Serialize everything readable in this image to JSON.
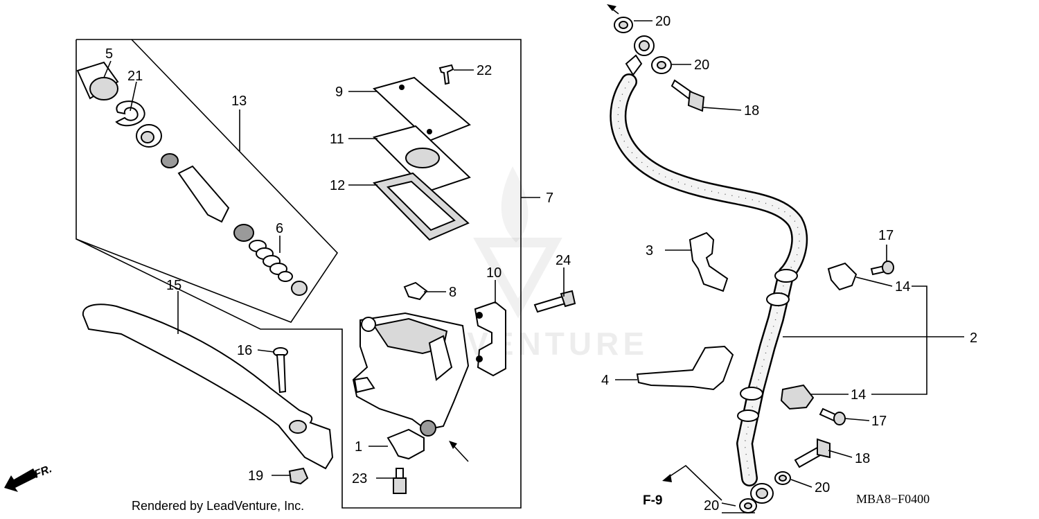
{
  "callouts": {
    "c1": "1",
    "c2": "2",
    "c3": "3",
    "c4": "4",
    "c5": "5",
    "c6": "6",
    "c7": "7",
    "c8": "8",
    "c9": "9",
    "c10": "10",
    "c11": "11",
    "c12": "12",
    "c13": "13",
    "c14a": "14",
    "c14b": "14",
    "c15": "15",
    "c16": "16",
    "c17a": "17",
    "c17b": "17",
    "c18a": "18",
    "c18b": "18",
    "c19": "19",
    "c20a": "20",
    "c20b": "20",
    "c20c": "20",
    "c20d": "20",
    "c21": "21",
    "c22": "22",
    "c23": "23",
    "c24": "24"
  },
  "references": {
    "section_ref": "F-9",
    "front_marker": "FR."
  },
  "footer": {
    "credit": "Rendered by LeadVenture, Inc.",
    "diagram_code": "MBA8−F0400"
  },
  "watermark": {
    "text": "LEADVENTURE"
  }
}
